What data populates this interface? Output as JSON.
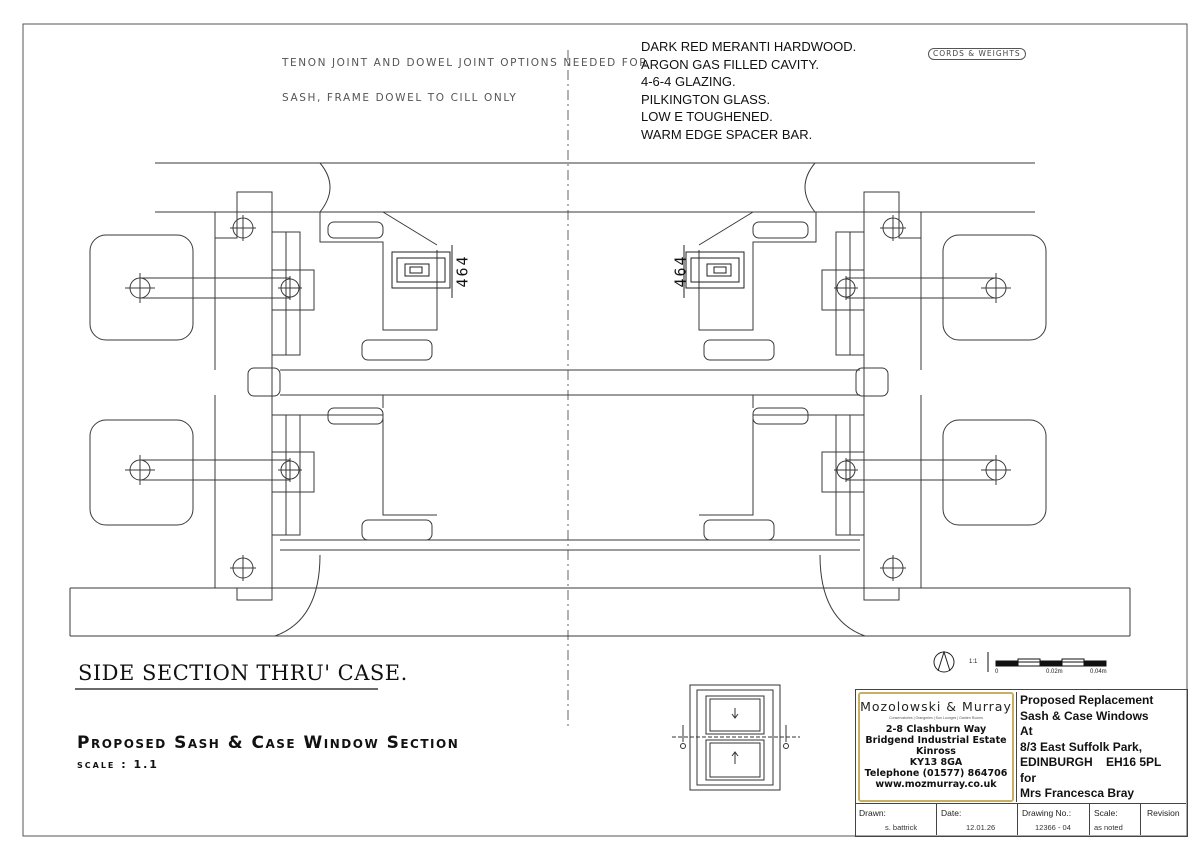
{
  "notes": {
    "line1": "TENON JOINT AND DOWEL JOINT OPTIONS NEEDED FOR",
    "line2": "SASH, FRAME DOWEL TO CILL ONLY"
  },
  "spec": {
    "line1": "DARK RED MERANTI HARDWOOD.",
    "line2": "ARGON GAS FILLED CAVITY.",
    "line3": "4-6-4 GLAZING.",
    "line4": "PILKINGTON GLASS.",
    "line5": "LOW E TOUGHENED.",
    "line6": "WARM EDGE SPACER BAR."
  },
  "cords_label": "CORDS & WEIGHTS",
  "glazing_dim": {
    "left": "464",
    "right": "464"
  },
  "section_title": "SIDE SECTION THRU' CASE.",
  "main_title": "Proposed Sash & Case Window Section",
  "scale_text": "scale : 1.1",
  "scale_bar": {
    "ratio": "1:1",
    "tick0": "0",
    "tick1": "0.02m",
    "tick2": "0.04m"
  },
  "company": {
    "name": "Mozolowski & Murray",
    "tagline": "Conservatories | Orangeries | Sun Lounges | Garden Rooms",
    "address1": "2-8 Clashburn Way",
    "address2": "Bridgend Industrial Estate",
    "address3": "Kinross",
    "address4": "KY13 8GA",
    "phone": "Telephone (01577) 864706",
    "web": "www.mozmurray.co.uk"
  },
  "project": {
    "line1": "Proposed Replacement",
    "line2": "Sash & Case Windows",
    "line3": "At",
    "line4": "8/3 East Suffolk Park,",
    "line5": "EDINBURGH    EH16 5PL",
    "line6": "for",
    "line7": "Mrs Francesca Bray"
  },
  "title_block": {
    "drawn_label": "Drawn:",
    "drawn_value": "s. battrick",
    "date_label": "Date:",
    "date_value": "12.01.26",
    "drawing_no_label": "Drawing No.:",
    "drawing_no_value": "12366 - 04",
    "scale_label": "Scale:",
    "scale_value": "as noted",
    "revision_label": "Revision"
  },
  "colors": {
    "line": "#3a3a3a",
    "frame": "#333333",
    "gold_border": "#c8b060",
    "paper": "#ffffff"
  }
}
